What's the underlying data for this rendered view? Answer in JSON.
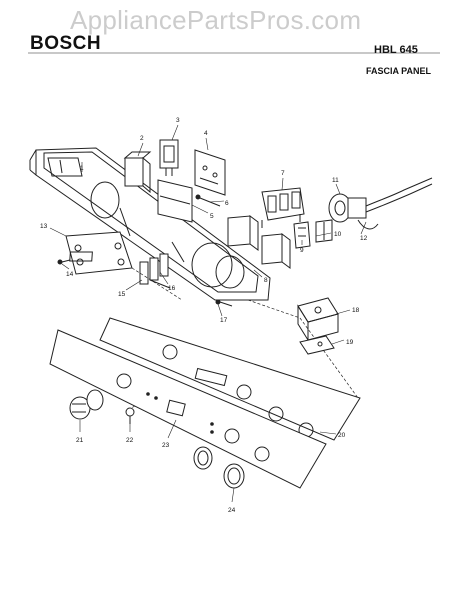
{
  "header": {
    "brand": "BOSCH",
    "model": "HBL 645",
    "section": "FASCIA PANEL"
  },
  "watermark": "AppliancePartsPros.com",
  "callouts": [
    "1",
    "2",
    "3",
    "4",
    "5",
    "6",
    "7",
    "8",
    "9",
    "10",
    "11",
    "12",
    "13",
    "14",
    "15",
    "16",
    "17",
    "18",
    "19",
    "20",
    "21",
    "22",
    "23",
    "24"
  ]
}
